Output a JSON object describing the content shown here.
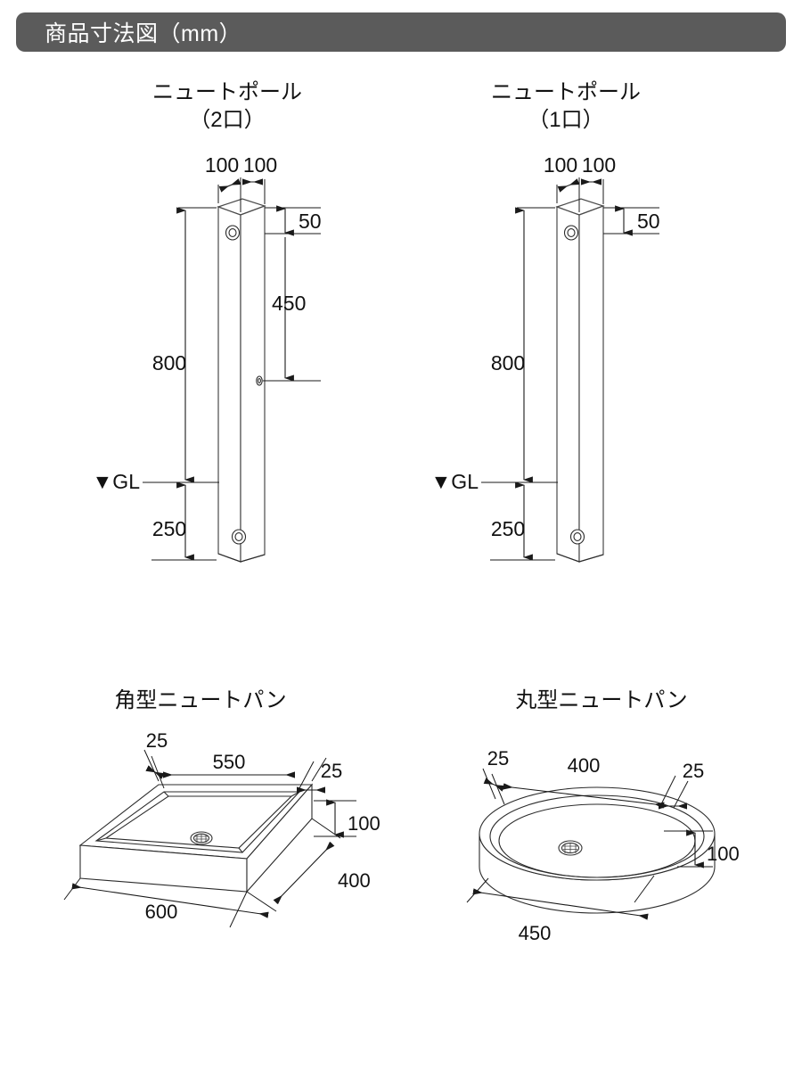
{
  "header": {
    "title": "商品寸法図（mm）",
    "bar_color": "#5b5b5b",
    "text_color": "#ffffff"
  },
  "figures": [
    {
      "id": "pole-2",
      "title_line1": "ニュートポール",
      "title_line2": "（2口）",
      "labels": {
        "width_left": "100",
        "width_right": "100",
        "top_to_faucet": "50",
        "height_above_gl": "800",
        "faucet_lower": "450",
        "ground_level": "▼GL",
        "below_gl": "250"
      }
    },
    {
      "id": "pole-1",
      "title_line1": "ニュートポール",
      "title_line2": "（1口）",
      "labels": {
        "width_left": "100",
        "width_right": "100",
        "top_to_faucet": "50",
        "height_above_gl": "800",
        "ground_level": "▼GL",
        "below_gl": "250"
      }
    },
    {
      "id": "pan-square",
      "title_line1": "角型ニュートパン",
      "labels": {
        "rim_left": "25",
        "inner_length": "550",
        "rim_right": "25",
        "height": "100",
        "depth": "400",
        "length": "600"
      }
    },
    {
      "id": "pan-round",
      "title_line1": "丸型ニュートパン",
      "labels": {
        "rim_left": "25",
        "inner_diameter": "400",
        "rim_right": "25",
        "height": "100",
        "diameter": "450"
      }
    }
  ]
}
